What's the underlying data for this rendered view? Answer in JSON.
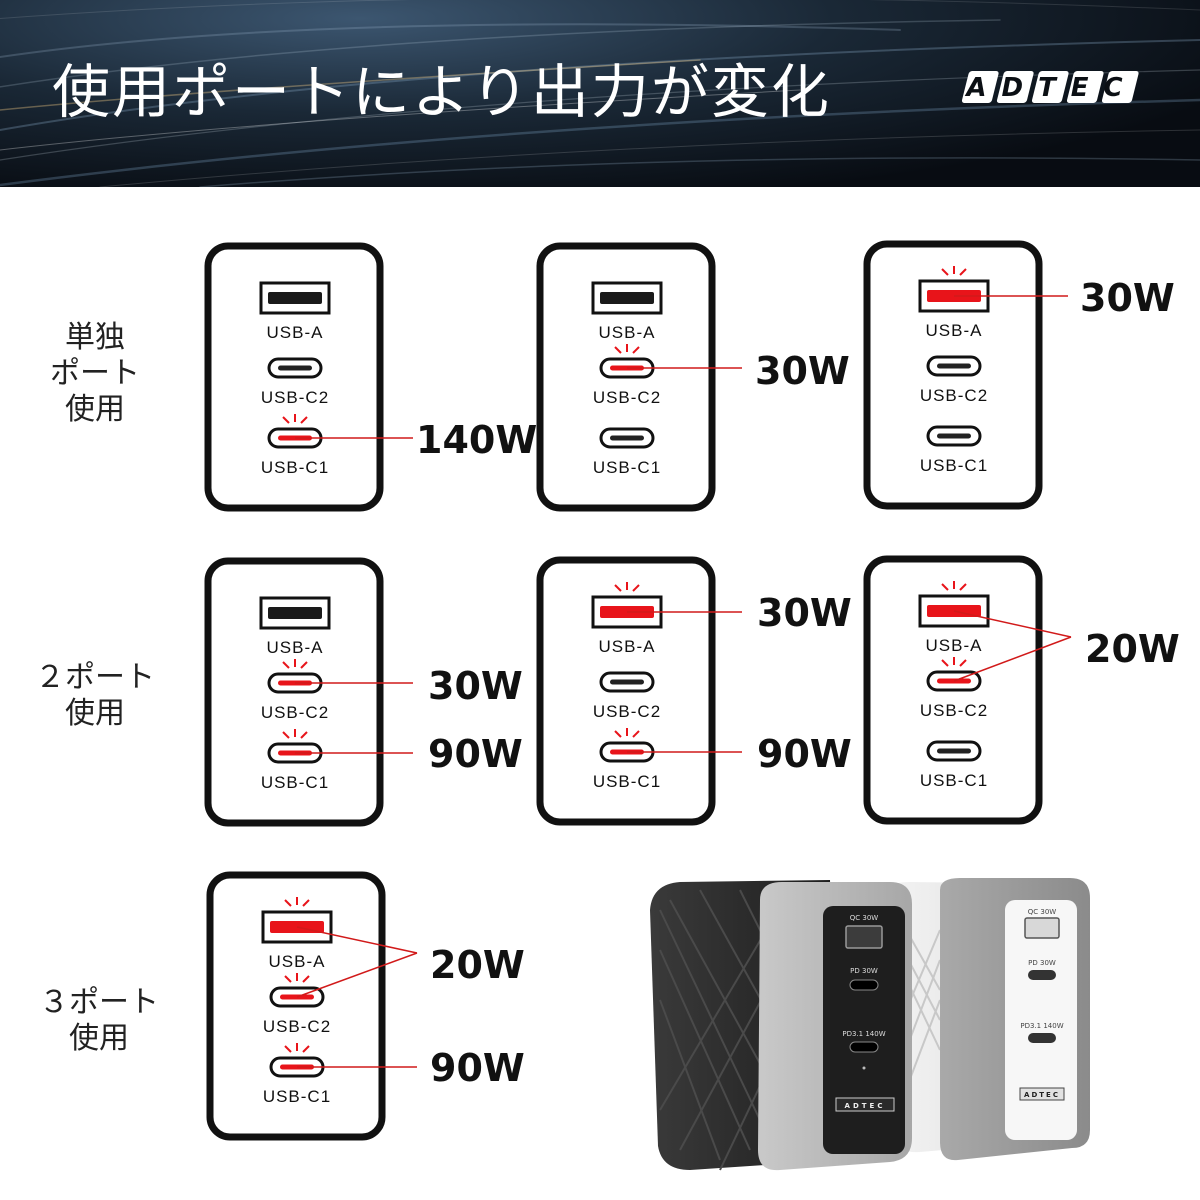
{
  "header": {
    "title": "使用ポートにより出力が変化",
    "logo_text": "ADTEC"
  },
  "rows": [
    {
      "label": "単独\nポート\n使用"
    },
    {
      "label": "２ポート\n使用"
    },
    {
      "label": "３ポート\n使用"
    }
  ],
  "port_names": {
    "a": "USB-A",
    "c2": "USB-C2",
    "c1": "USB-C1"
  },
  "configs": [
    {
      "active": [
        "c1"
      ],
      "outputs": [
        {
          "label": "140W",
          "ports": [
            "c1"
          ]
        }
      ]
    },
    {
      "active": [
        "c2"
      ],
      "outputs": [
        {
          "label": "30W",
          "ports": [
            "c2"
          ]
        }
      ]
    },
    {
      "active": [
        "a"
      ],
      "outputs": [
        {
          "label": "30W",
          "ports": [
            "a"
          ]
        }
      ]
    },
    {
      "active": [
        "c2",
        "c1"
      ],
      "outputs": [
        {
          "label": "30W",
          "ports": [
            "c2"
          ]
        },
        {
          "label": "90W",
          "ports": [
            "c1"
          ]
        }
      ]
    },
    {
      "active": [
        "a",
        "c1"
      ],
      "outputs": [
        {
          "label": "30W",
          "ports": [
            "a"
          ]
        },
        {
          "label": "90W",
          "ports": [
            "c1"
          ]
        }
      ]
    },
    {
      "active": [
        "a",
        "c2"
      ],
      "outputs": [
        {
          "label": "20W",
          "ports": [
            "a",
            "c2"
          ]
        }
      ]
    },
    {
      "active": [
        "a",
        "c2",
        "c1"
      ],
      "outputs": [
        {
          "label": "20W",
          "ports": [
            "a",
            "c2"
          ]
        },
        {
          "label": "90W",
          "ports": [
            "c1"
          ]
        }
      ]
    }
  ],
  "device_labels": {
    "qc": "QC 30W",
    "pd": "PD 30W",
    "pd31": "PD3.1  140W",
    "brand": "ADTEC"
  },
  "colors": {
    "active_port": "#e8141a",
    "connector_line": "#d11a1a",
    "frame": "#111111"
  }
}
